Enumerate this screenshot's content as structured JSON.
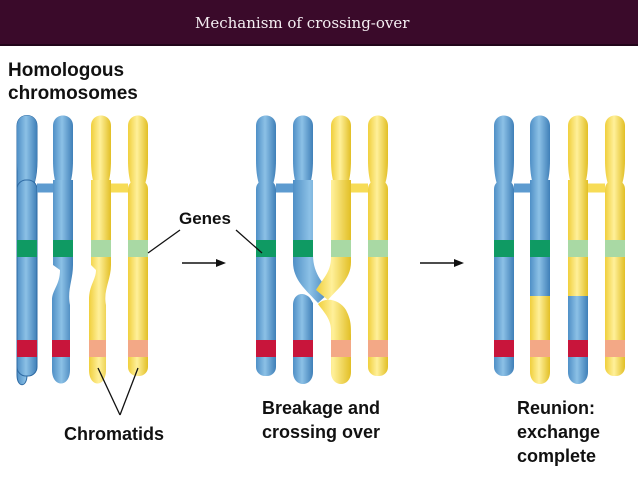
{
  "header": {
    "title": "Mechanism of crossing-over"
  },
  "labels": {
    "homologous": [
      "Homologous",
      "chromosomes"
    ],
    "genes": "Genes",
    "chromatids": "Chromatids",
    "breakage": [
      "Breakage and",
      "crossing over"
    ],
    "reunion": [
      "Reunion:",
      "exchange",
      "complete"
    ]
  },
  "colors": {
    "blue": "#6aaad8",
    "blue_dark": "#3f7fb8",
    "yellow": "#fbe46a",
    "yellow_dark": "#e6c428",
    "gene_green": "#0f9a63",
    "gene_light_green": "#a9d9a4",
    "gene_red": "#c8153b",
    "gene_salmon": "#f3a886",
    "title_bar": "#3a0a2a"
  },
  "icons": [
    "arrow-right-icon",
    "arrow-right-icon"
  ]
}
